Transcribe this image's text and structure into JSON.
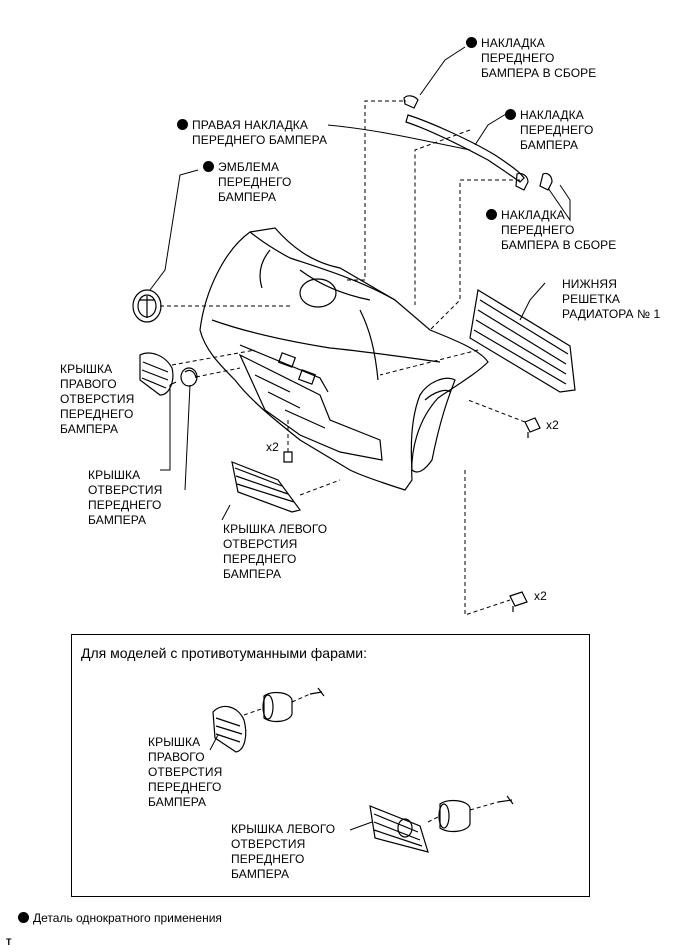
{
  "labels": {
    "cover_assy_top": [
      "НАКЛАДКА",
      "ПЕРЕДНЕГО",
      "БАМПЕРА В СБОРЕ"
    ],
    "right_cover": [
      "ПРАВАЯ НАКЛАДКА",
      "ПЕРЕДНЕГО БАМПЕРА"
    ],
    "cover_mid": [
      "НАКЛАДКА",
      "ПЕРЕДНЕГО",
      "БАМПЕРА"
    ],
    "emblem": [
      "ЭМБЛЕМА",
      "ПЕРЕДНЕГО",
      "БАМПЕРА"
    ],
    "cover_assy_lower": [
      "НАКЛАДКА",
      "ПЕРЕДНЕГО",
      "БАМПЕРА В СБОРЕ"
    ],
    "lower_grille": [
      "НИЖНЯЯ",
      "РЕШЕТКА",
      "РАДИАТОРА № 1"
    ],
    "right_hole_cover": [
      "КРЫШКА",
      "ПРАВОГО",
      "ОТВЕРСТИЯ",
      "ПЕРЕДНЕГО",
      "БАМПЕРА"
    ],
    "hole_cover": [
      "КРЫШКА",
      "ОТВЕРСТИЯ",
      "ПЕРЕДНЕГО",
      "БАМПЕРА"
    ],
    "left_hole_cover": [
      "КРЫШКА ЛЕВОГО",
      "ОТВЕРСТИЯ",
      "ПЕРЕДНЕГО",
      "БАМПЕРА"
    ],
    "qty_clip_center": "x2",
    "qty_clip_right": "x2",
    "qty_clip_bottom": "x2"
  },
  "inset": {
    "title": "Для моделей с противотуманными фарами:",
    "right_hole_cover": [
      "КРЫШКА",
      "ПРАВОГО",
      "ОТВЕРСТИЯ",
      "ПЕРЕДНЕГО",
      "БАМПЕРА"
    ],
    "left_hole_cover": [
      "КРЫШКА ЛЕВОГО",
      "ОТВЕРСТИЯ",
      "ПЕРЕДНЕГО",
      "БАМПЕРА"
    ]
  },
  "legend": {
    "text": "Деталь однократного применения"
  },
  "corner_mark": "T",
  "colors": {
    "line": "#000000",
    "background": "#ffffff"
  }
}
